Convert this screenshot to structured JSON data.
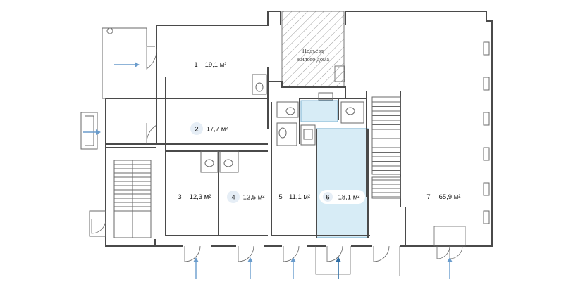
{
  "plan": {
    "entrance_label_line1": "Подъезд",
    "entrance_label_line2": "жилого дома",
    "highlight_fill": "#d7ecf6",
    "highlight_stroke": "#7fb3d3",
    "badge_fill": "#e6eef6",
    "rooms": [
      {
        "number": "1",
        "area": "19,1 м²",
        "highlighted": false
      },
      {
        "number": "2",
        "area": "17,7 м²",
        "highlighted": false
      },
      {
        "number": "3",
        "area": "12,3 м²",
        "highlighted": false
      },
      {
        "number": "4",
        "area": "12,5 м²",
        "highlighted": false
      },
      {
        "number": "5",
        "area": "11,1 м²",
        "highlighted": false
      },
      {
        "number": "6",
        "area": "18,1 м²",
        "highlighted": true
      },
      {
        "number": "7",
        "area": "65,9 м²",
        "highlighted": false
      }
    ]
  }
}
